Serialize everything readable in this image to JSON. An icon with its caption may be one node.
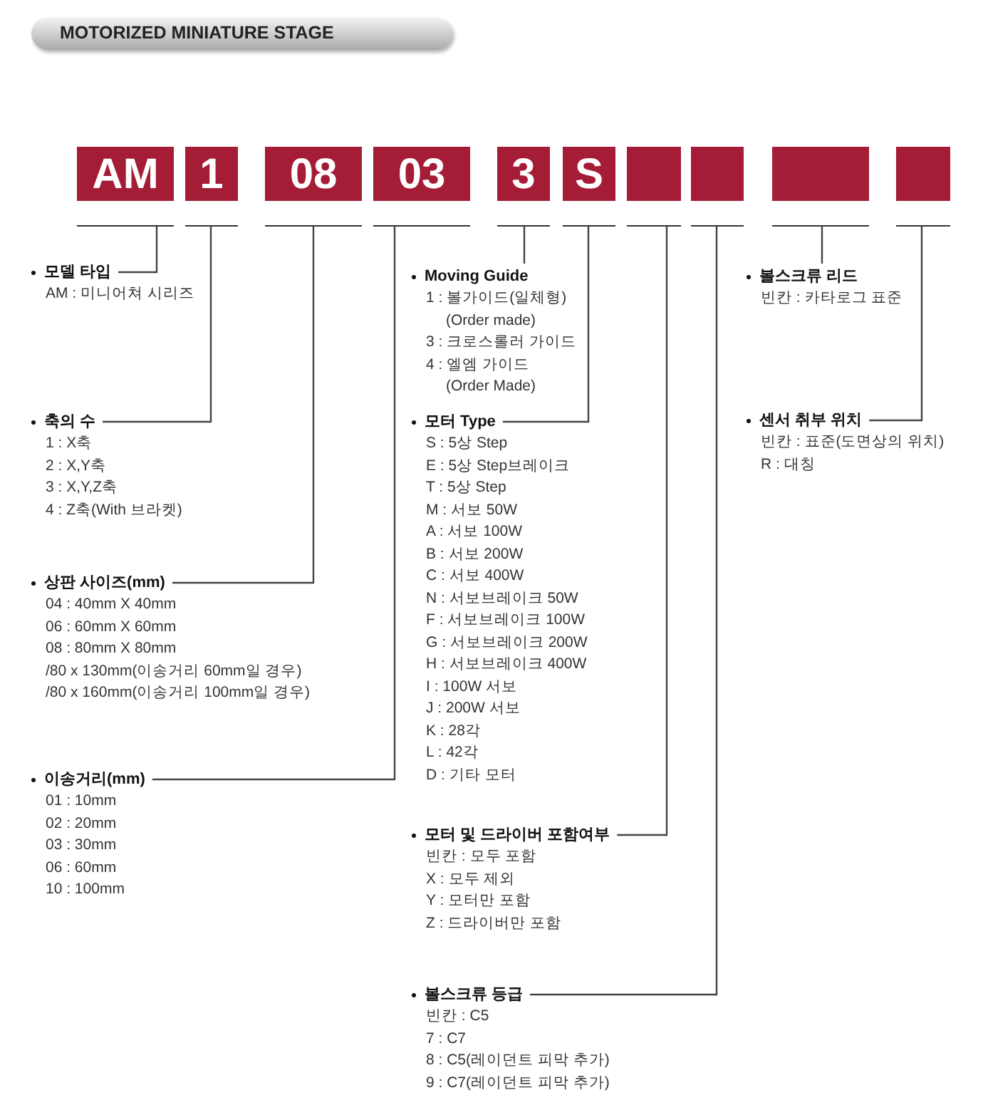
{
  "diagram": {
    "title": "MOTORIZED MINIATURE STAGE",
    "nodes": [
      {
        "text": [
          "AM"
        ]
      },
      {
        "text": [
          "1"
        ]
      },
      {
        "text": [
          "08"
        ]
      },
      {
        "text": [
          "03"
        ]
      },
      {
        "text": [
          "3"
        ]
      },
      {
        "text": [
          "S"
        ]
      },
      {
        "text": [],
        "shape": "box"
      },
      {
        "text": [],
        "shape": "box"
      },
      {
        "text": [],
        "shape": "box"
      },
      {
        "text": [],
        "shape": "box"
      },
      {
        "text": [
          "모델 타입"
        ],
        "beside": [
          "AM : 미니어쳐 시리즈"
        ]
      },
      {
        "text": [
          "축의 수"
        ],
        "beside": [
          "1 : X축",
          "2 : X,Y축",
          "3 : X,Y,Z축",
          "4 : Z축(With 브라켓)"
        ]
      },
      {
        "text": [
          "상판 사이즈(mm)"
        ],
        "beside": [
          "04 : 40mm X 40mm",
          "06 : 60mm X 60mm",
          "08 : 80mm X 80mm",
          "/80 x 130mm(이송거리 60mm일 경우)",
          "/80 x 160mm(이송거리 100mm일 경우)"
        ]
      },
      {
        "text": [
          "이송거리(mm)"
        ],
        "beside": [
          "01 : 10mm",
          "02 : 20mm",
          "03 : 30mm",
          "06 : 60mm",
          "10 : 100mm"
        ]
      },
      {
        "text": [
          "Moving Guide"
        ],
        "beside": [
          "1 : 볼가이드(일체형)",
          "(Order made)",
          "3 : 크로스롤러 가이드",
          "4 : 엘엠 가이드",
          "(Order Made)"
        ]
      },
      {
        "text": [
          "모터 Type"
        ],
        "beside": [
          "S : 5상 Step",
          "E : 5상 Step브레이크",
          "T : 5상 Step",
          "M : 서보 50W",
          "A : 서보 100W",
          "B : 서보 200W",
          "C : 서보 400W",
          "N : 서보브레이크 50W",
          "F : 서보브레이크 100W",
          "G : 서보브레이크 200W",
          "H : 서보브레이크 400W",
          "I : 100W 서보",
          "J : 200W 서보",
          "K : 28각",
          "L : 42각",
          "D : 기타 모터"
        ]
      },
      {
        "text": [
          "모터 및 드라이버 포함여부"
        ],
        "beside": [
          "빈칸 : 모두 포함",
          "X : 모두 제외",
          "Y : 모터만 포함",
          "Z : 드라이버만 포함"
        ]
      },
      {
        "text": [
          "볼스크류 등급"
        ],
        "beside": [
          "빈칸 : C5",
          "7 : C7",
          "8 : C5(레이던트 피막 추가)",
          "9 : C7(레이던트 피막 추가)"
        ]
      },
      {
        "text": [
          "볼스크류 리드"
        ],
        "beside": [
          "빈칸 : 카타로그 표준"
        ]
      },
      {
        "text": [
          "센서 취부 위치"
        ],
        "beside": [
          "빈칸 : 표준(도면상의 위치)",
          "R : 대칭"
        ]
      }
    ],
    "edges": [
      {
        "from": 0,
        "to": 10,
        "arrow": "none"
      },
      {
        "from": 1,
        "to": 11,
        "arrow": "none"
      },
      {
        "from": 2,
        "to": 12,
        "arrow": "none"
      },
      {
        "from": 3,
        "to": 13,
        "arrow": "none"
      },
      {
        "from": 4,
        "to": 14,
        "arrow": "none"
      },
      {
        "from": 5,
        "to": 15,
        "arrow": "none"
      },
      {
        "from": 6,
        "to": 16,
        "arrow": "none"
      },
      {
        "from": 7,
        "to": 17,
        "arrow": "none"
      },
      {
        "from": 8,
        "to": 18,
        "arrow": "none"
      },
      {
        "from": 9,
        "to": 19,
        "arrow": "none"
      }
    ]
  }
}
